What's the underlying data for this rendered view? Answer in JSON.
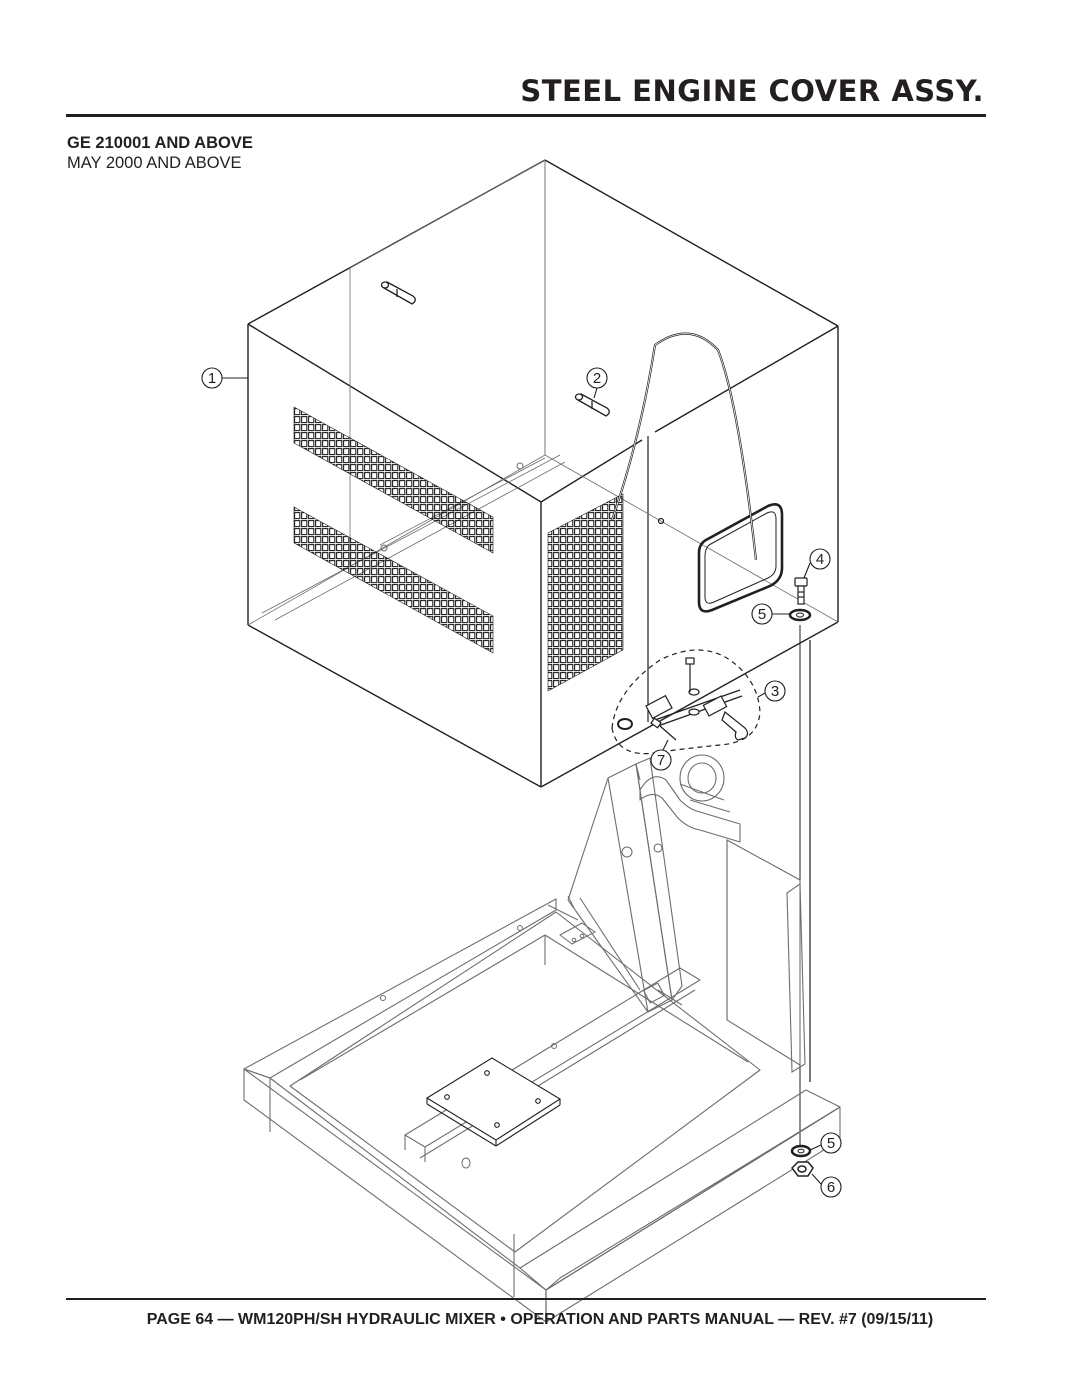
{
  "header": {
    "title": "STEEL ENGINE COVER ASSY.",
    "serial_range": "GE 210001 AND ABOVE",
    "date_range": "MAY 2000 AND ABOVE"
  },
  "callouts": [
    {
      "number": "1",
      "part": "engine-cover"
    },
    {
      "number": "2",
      "part": "hinge"
    },
    {
      "number": "3",
      "part": "latch-assembly"
    },
    {
      "number": "4",
      "part": "bolt"
    },
    {
      "number": "5",
      "part": "washer"
    },
    {
      "number": "5",
      "part": "washer"
    },
    {
      "number": "6",
      "part": "nut"
    },
    {
      "number": "7",
      "part": "latch-pin"
    }
  ],
  "footer": {
    "text": "PAGE 64 — WM120PH/SH HYDRAULIC MIXER • OPERATION AND PARTS MANUAL — REV. #7 (09/15/11)"
  }
}
